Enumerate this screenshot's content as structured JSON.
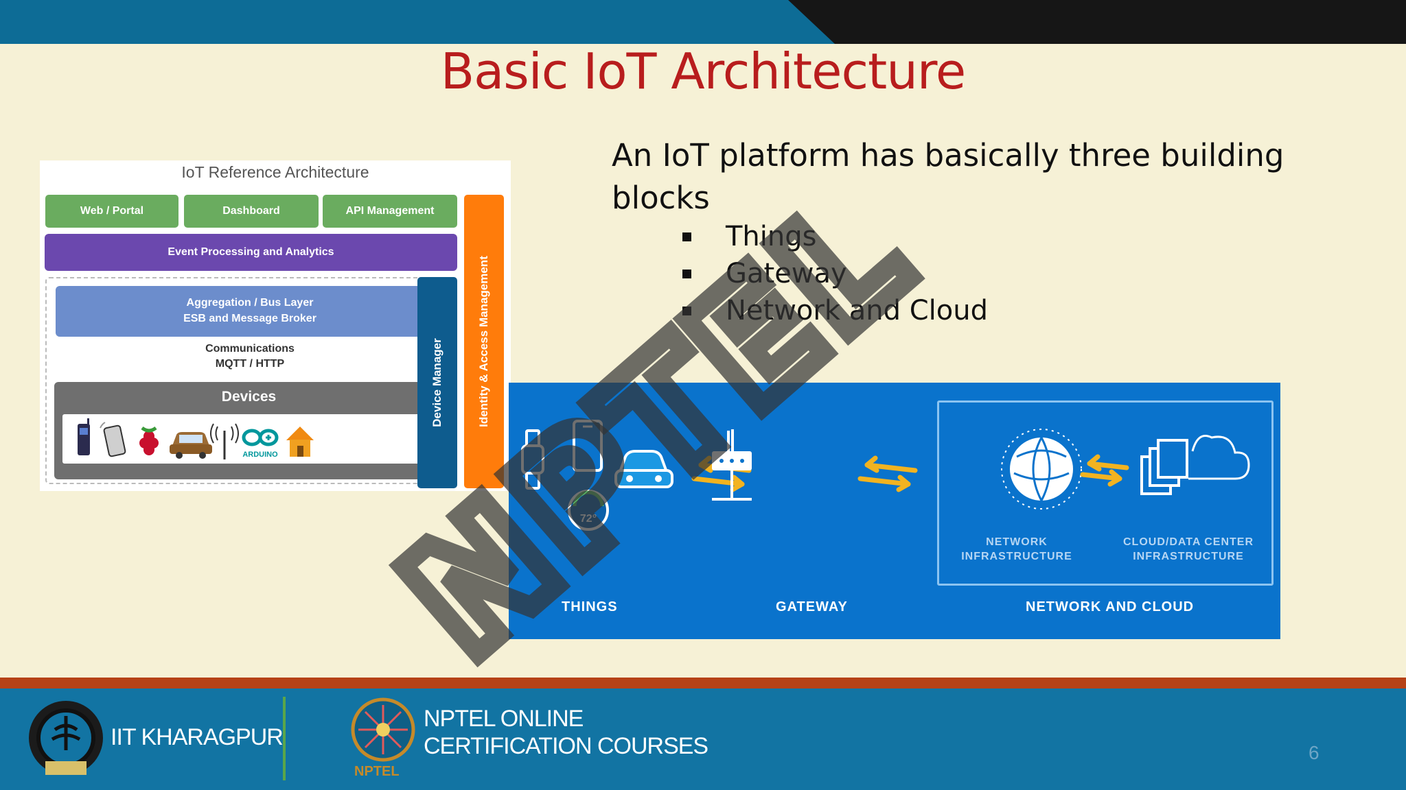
{
  "slide": {
    "title": "Basic IoT Architecture",
    "intro": "An IoT platform has basically three building blocks",
    "bullets": [
      "Things",
      "Gateway",
      "Network and Cloud"
    ],
    "page_number": "6"
  },
  "ref_arch": {
    "title": "IoT Reference Architecture",
    "top_boxes": [
      "Web / Portal",
      "Dashboard",
      "API Management"
    ],
    "event_processing": "Event Processing and Analytics",
    "aggregation_line1": "Aggregation / Bus Layer",
    "aggregation_line2": "ESB and Message Broker",
    "communications_line1": "Communications",
    "communications_line2": "MQTT / HTTP",
    "devices": "Devices",
    "arduino": "ARDUINO",
    "device_manager": "Device Manager",
    "identity": "Identity & Access Management",
    "colors": {
      "green": "#6aac5f",
      "purple": "#6b48ae",
      "blue": "#6c8dcc",
      "gray": "#6f6f6f",
      "navy": "#0e5c8e",
      "orange": "#ff7c0b"
    }
  },
  "panel": {
    "things": "THINGS",
    "gateway": "GATEWAY",
    "network_and_cloud": "NETWORK AND CLOUD",
    "network_infra_line1": "NETWORK",
    "network_infra_line2": "INFRASTRUCTURE",
    "cloud_infra_line1": "CLOUD/DATA CENTER",
    "cloud_infra_line2": "INFRASTRUCTURE",
    "thermostat": "72°",
    "colors": {
      "background": "#0a73cc",
      "arrow": "#f2b320"
    }
  },
  "watermark": "NPTEL",
  "footer": {
    "institute": "IIT KHARAGPUR",
    "program_line1": "NPTEL ONLINE",
    "program_line2": "CERTIFICATION COURSES",
    "logo_text": "NPTEL",
    "accent": "#b64217"
  }
}
